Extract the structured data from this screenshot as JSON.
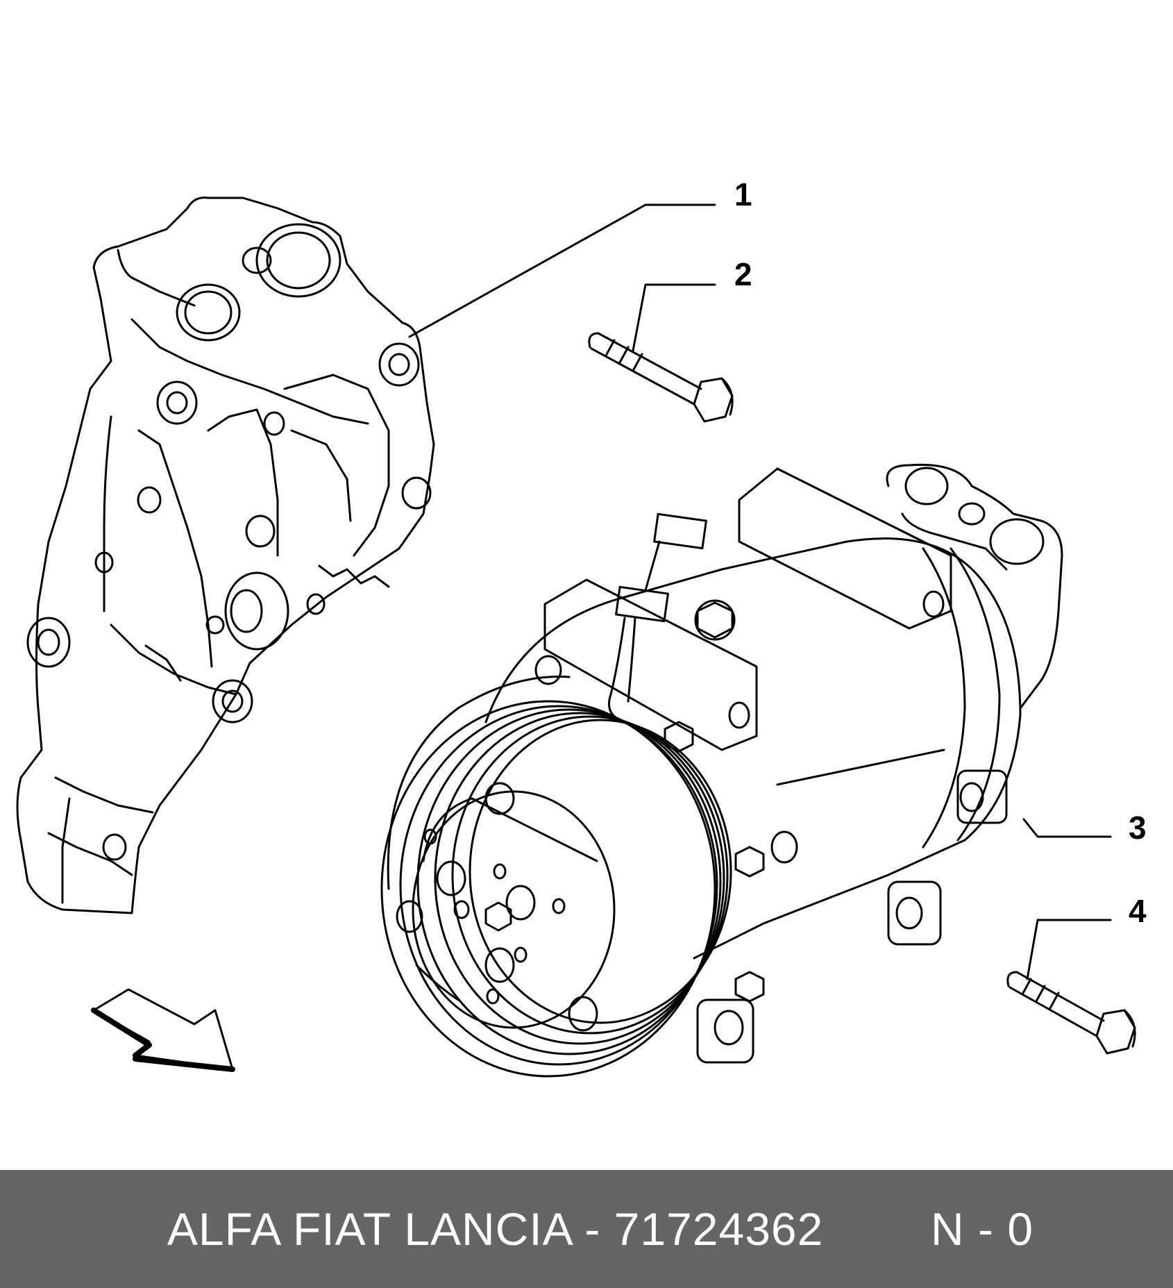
{
  "callouts": [
    {
      "id": 1,
      "label": "1"
    },
    {
      "id": 2,
      "label": "2"
    },
    {
      "id": 3,
      "label": "3"
    },
    {
      "id": 4,
      "label": "4"
    }
  ],
  "footer": {
    "brand_part": "ALFA FIAT LANCIA - 71724362",
    "suffix": "N - 0",
    "background": "#656565",
    "text_color": "#ffffff"
  }
}
